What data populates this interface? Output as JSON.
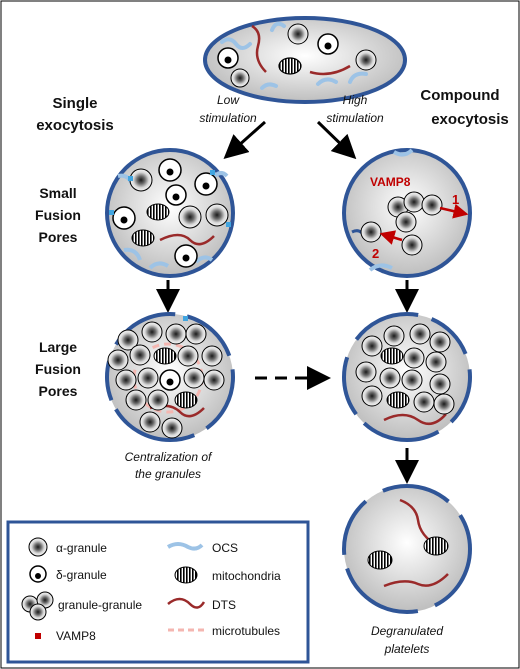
{
  "labels": {
    "single": "Single",
    "single_exocytosis": "exocytosis",
    "compound": "Compound",
    "compound_exocytosis": "exocytosis",
    "low": "Low",
    "low_stimulation": "stimulation",
    "high": "High",
    "high_stimulation": "stimulation",
    "small": "Small",
    "small_fusion": "Fusion",
    "small_pores": "Pores",
    "large": "Large",
    "large_fusion": "Fusion",
    "large_pores": "Pores",
    "vamp8": "VAMP8",
    "step1": "1",
    "step2": "2",
    "centralization_1": "Centralization of",
    "centralization_2": "the granules",
    "degranulated_1": "Degranulated",
    "degranulated_2": "platelets"
  },
  "legend": {
    "alpha_granule": "α-granule",
    "delta_granule": "δ-granule",
    "granule_granule": "granule-granule",
    "vamp8": "VAMP8",
    "ocs": "OCS",
    "mitochondria": "mitochondria",
    "dts": "DTS",
    "microtubules": "microtubules"
  },
  "colors": {
    "membrane": "#2f5597",
    "ocs": "#9dc3e6",
    "dts": "#9a2a2a",
    "vamp8": "#c00000",
    "microtubules": "#f4b6b0",
    "pore": "#41a5e0",
    "arrow": "#000000"
  }
}
